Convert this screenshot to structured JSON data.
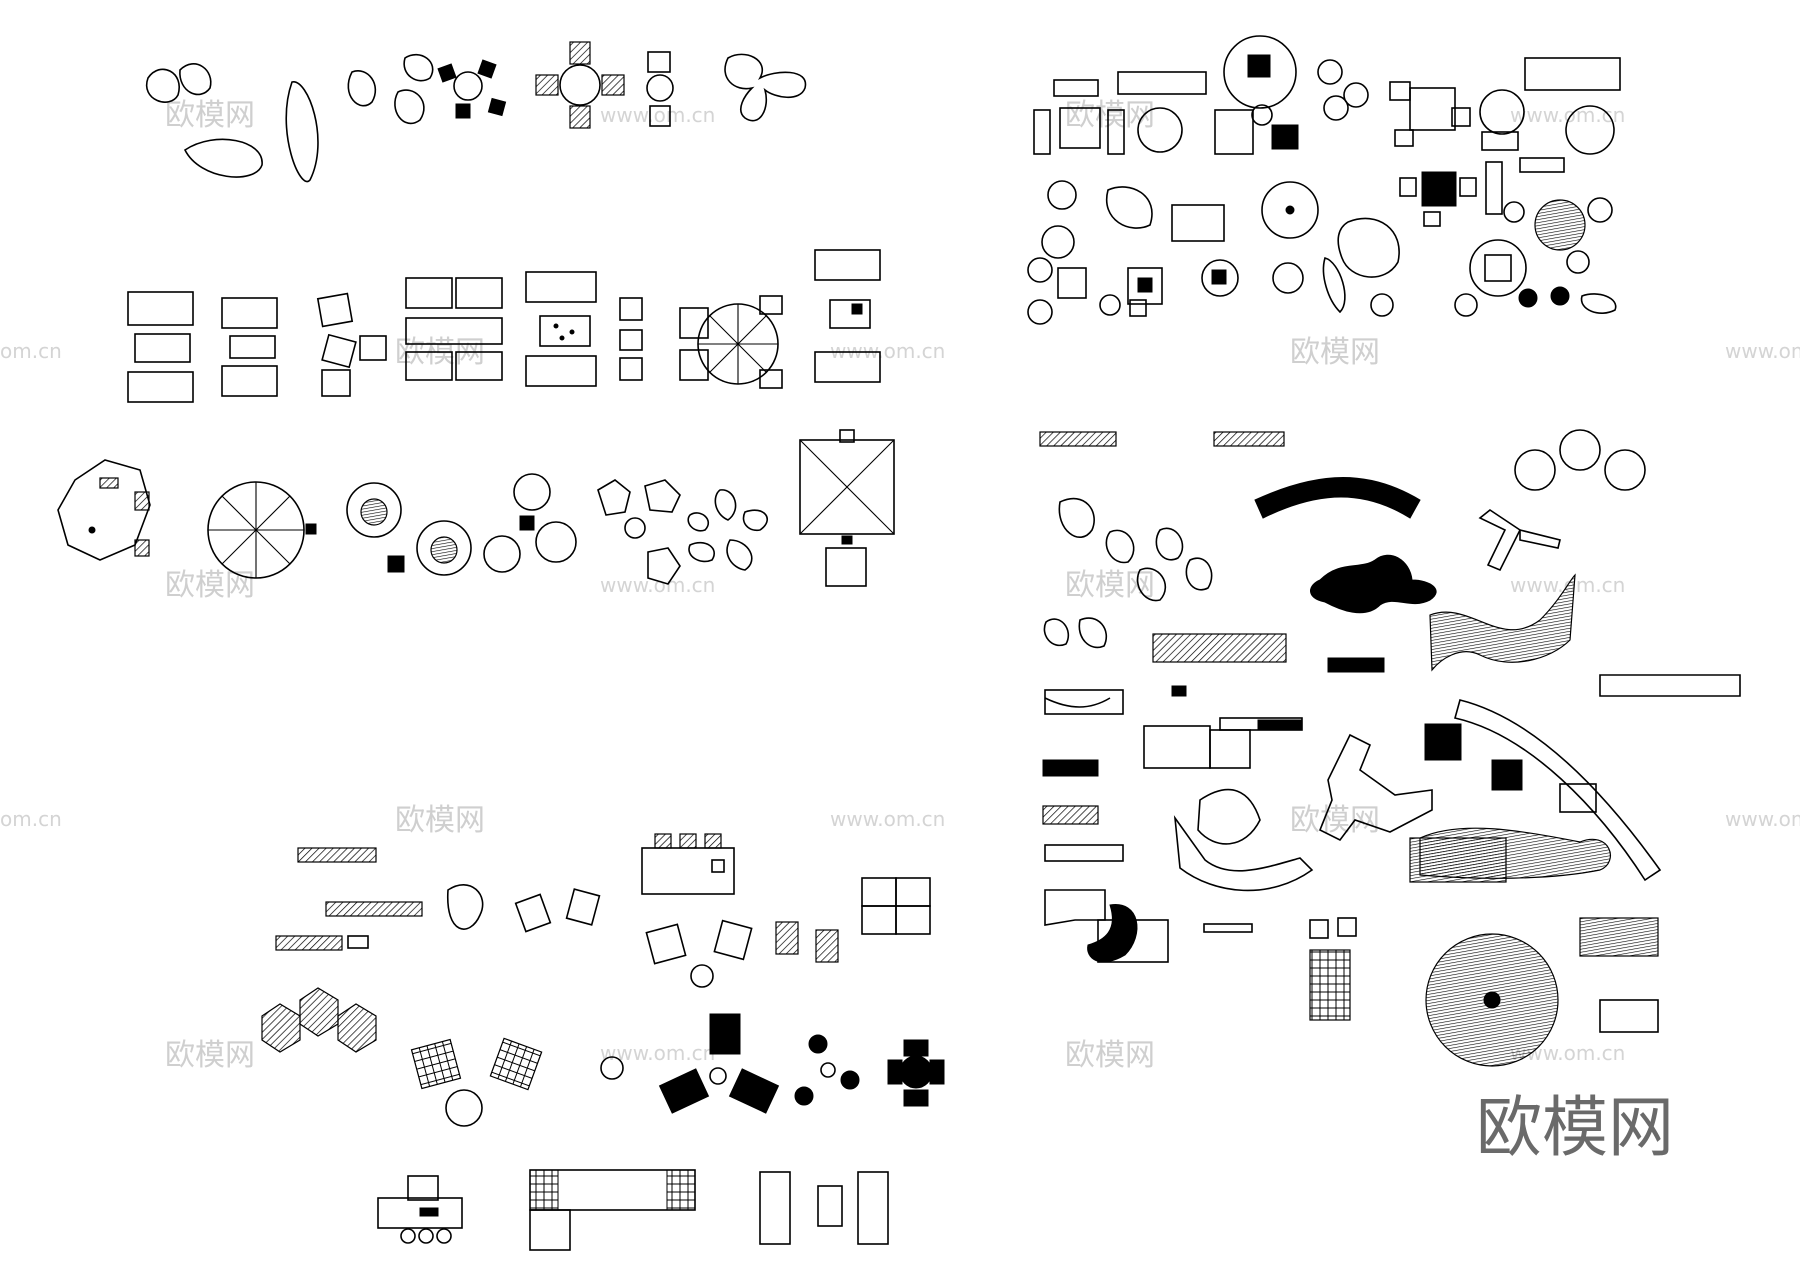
{
  "watermark": {
    "brand": "欧模网",
    "url": "www.om.cn",
    "url_short": "om.cn",
    "logo": "欧模网"
  },
  "colors": {
    "background": "#ffffff",
    "ink": "#000000",
    "watermark": "#cfcfcf",
    "logo": "#6a6a6a"
  }
}
